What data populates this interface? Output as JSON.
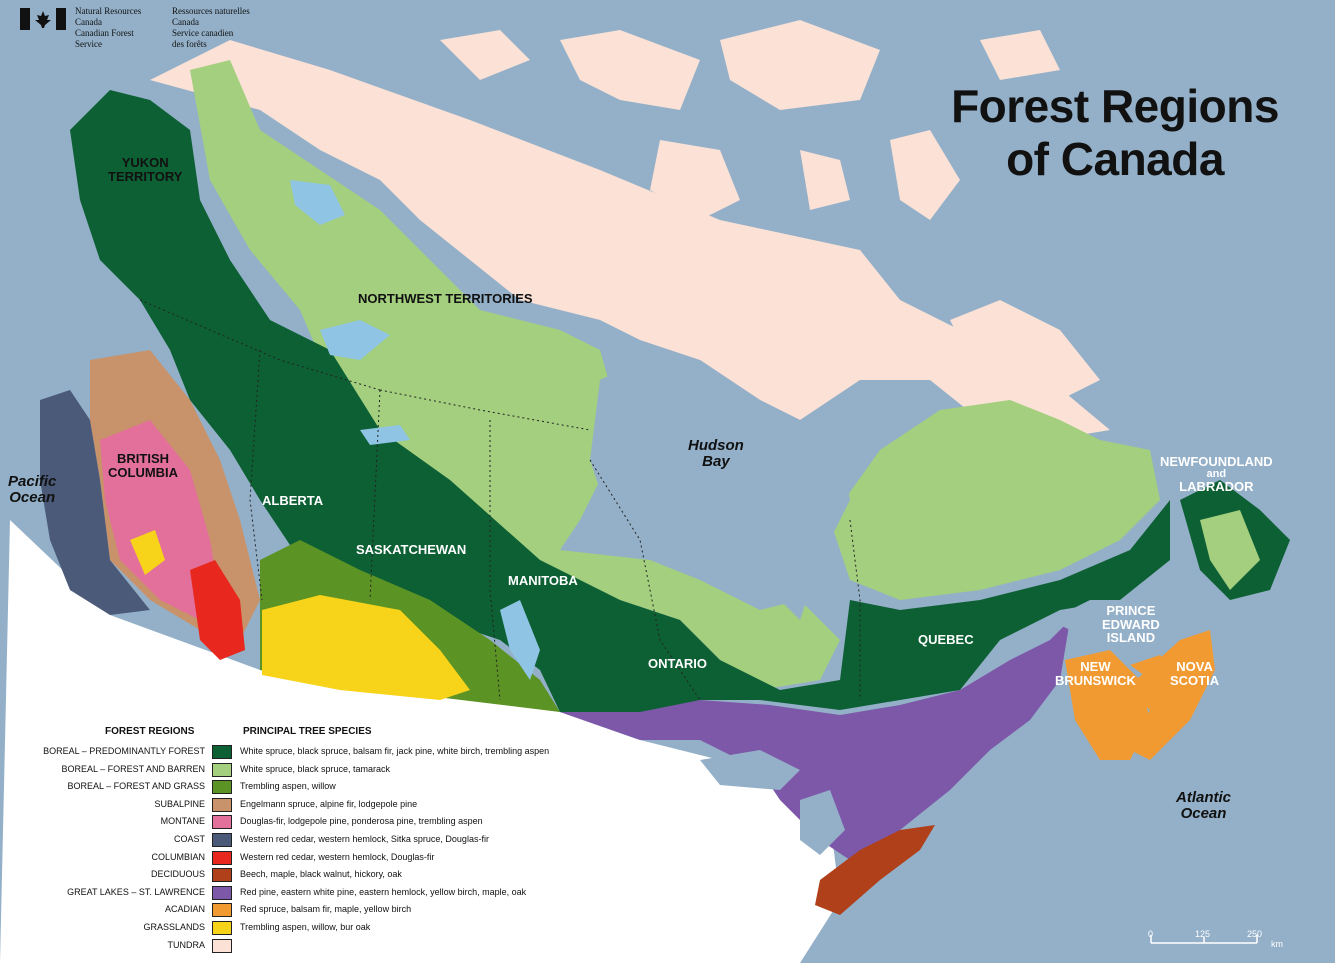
{
  "title": {
    "line1": "Forest Regions",
    "line2": "of Canada"
  },
  "agency": {
    "en": [
      "Natural Resources",
      "Canada",
      "Canadian Forest",
      "Service"
    ],
    "fr": [
      "Ressources naturelles",
      "Canada",
      "Service canadien",
      "des forêts"
    ]
  },
  "labels": {
    "yukon": [
      "YUKON",
      "TERRITORY"
    ],
    "nwt": "NORTHWEST TERRITORIES",
    "bc": [
      "BRITISH",
      "COLUMBIA"
    ],
    "alberta": "ALBERTA",
    "saskatchewan": "SASKATCHEWAN",
    "manitoba": "MANITOBA",
    "ontario": "ONTARIO",
    "quebec": "QUEBEC",
    "nfl": [
      "NEWFOUNDLAND",
      "and",
      "LABRADOR"
    ],
    "pei": [
      "PRINCE",
      "EDWARD",
      "ISLAND"
    ],
    "nb": [
      "NEW",
      "BRUNSWICK"
    ],
    "ns": [
      "NOVA",
      "SCOTIA"
    ],
    "hudson": [
      "Hudson",
      "Bay"
    ],
    "pacific": [
      "Pacific",
      "Ocean"
    ],
    "atlantic": [
      "Atlantic",
      "Ocean"
    ]
  },
  "legend": {
    "regions_header": "FOREST REGIONS",
    "species_header": "PRINCIPAL TREE SPECIES",
    "rows": [
      {
        "region": "BOREAL – PREDOMINANTLY FOREST",
        "species": "White spruce, black spruce, balsam fir, jack pine, white birch, trembling aspen",
        "color": "#0d5f34"
      },
      {
        "region": "BOREAL – FOREST AND BARREN",
        "species": "White spruce, black spruce, tamarack",
        "color": "#a3cf7e"
      },
      {
        "region": "BOREAL – FOREST AND GRASS",
        "species": "Trembling aspen, willow",
        "color": "#5c9325"
      },
      {
        "region": "SUBALPINE",
        "species": "Engelmann spruce, alpine fir, lodgepole pine",
        "color": "#c8926a"
      },
      {
        "region": "MONTANE",
        "species": "Douglas-fir, lodgepole pine, ponderosa pine, trembling aspen",
        "color": "#e2709a"
      },
      {
        "region": "COAST",
        "species": "Western red cedar, western hemlock, Sitka spruce, Douglas-fir",
        "color": "#4a5a78"
      },
      {
        "region": "COLUMBIAN",
        "species": "Western red cedar, western hemlock, Douglas-fir",
        "color": "#e8281e"
      },
      {
        "region": "DECIDUOUS",
        "species": "Beech, maple, black walnut, hickory, oak",
        "color": "#b0401a"
      },
      {
        "region": "GREAT LAKES – ST. LAWRENCE",
        "species": "Red pine, eastern white pine, eastern hemlock, yellow birch, maple, oak",
        "color": "#7d57a8"
      },
      {
        "region": "ACADIAN",
        "species": "Red spruce, balsam fir, maple, yellow birch",
        "color": "#f29a32"
      },
      {
        "region": "GRASSLANDS",
        "species": "Trembling aspen, willow, bur oak",
        "color": "#f7d31a"
      },
      {
        "region": "TUNDRA",
        "species": "",
        "color": "#fbe1d6"
      }
    ]
  },
  "scale": {
    "ticks": [
      "0",
      "125",
      "250"
    ],
    "unit": "km"
  },
  "colors": {
    "water": "#93b0c8",
    "lake": "#8fc4e4",
    "border": "#222222"
  }
}
